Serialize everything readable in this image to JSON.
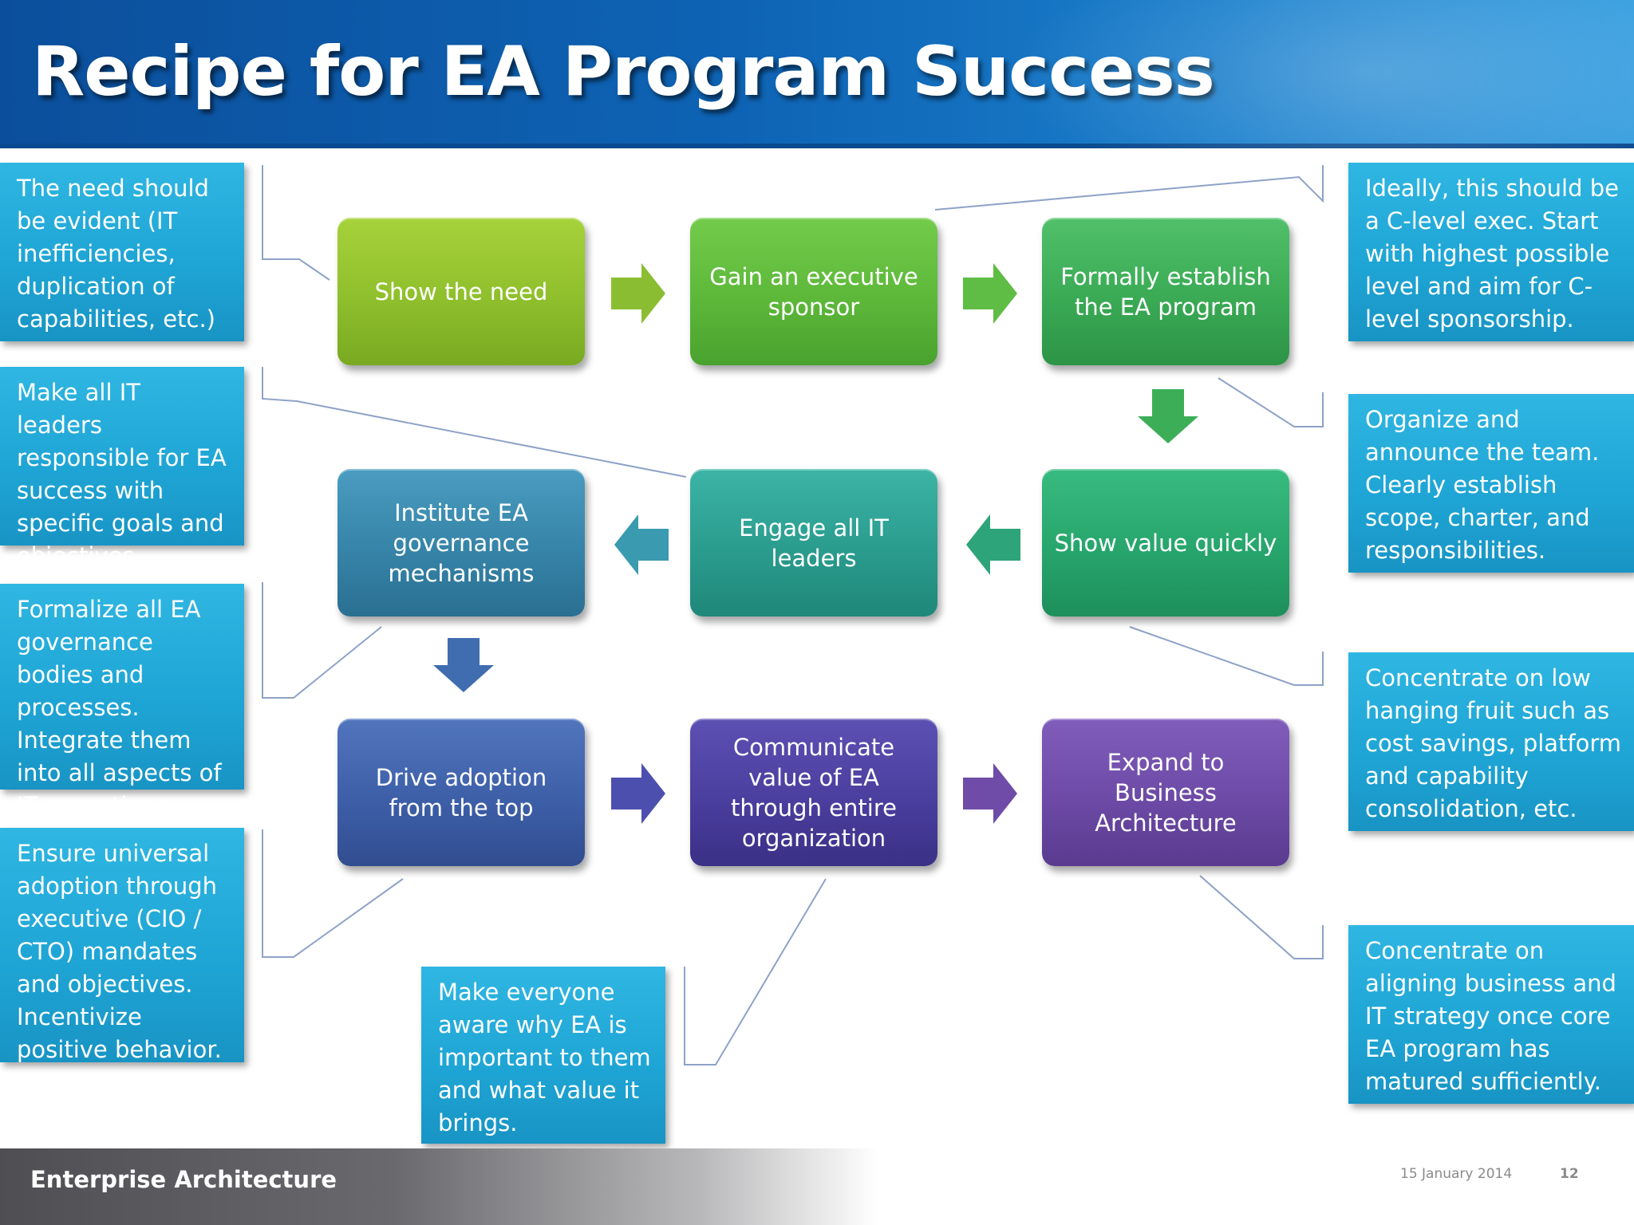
{
  "title": "Recipe for EA Program Success",
  "steps": [
    {
      "label": "Show the need",
      "color": "#8fbf2c"
    },
    {
      "label": "Gain an executive sponsor",
      "color": "#5db83a"
    },
    {
      "label": "Formally establish the EA program",
      "color": "#3aaa55"
    },
    {
      "label": "Show value quickly",
      "color": "#27a56c"
    },
    {
      "label": "Engage all IT leaders",
      "color": "#2a9c8e"
    },
    {
      "label": "Institute EA governance mechanisms",
      "color": "#3684a8"
    },
    {
      "label": "Drive adoption from the top",
      "color": "#3d5fa8"
    },
    {
      "label": "Communicate value of EA through entire organization",
      "color": "#4a3e9e"
    },
    {
      "label": "Expand to Business Architecture",
      "color": "#6c4aa6"
    }
  ],
  "notes": [
    {
      "text": "The need should be evident (IT inefficiencies, duplication of capabilities, etc.)"
    },
    {
      "text": "Make all IT leaders responsible for EA success with specific goals and objectives."
    },
    {
      "text": "Formalize all EA governance bodies and processes. Integrate them into all aspects of IT operations."
    },
    {
      "text": "Ensure universal adoption through executive (CIO / CTO) mandates and objectives. Incentivize positive behavior."
    },
    {
      "text": "Make everyone aware why EA is important to them and what value it brings."
    },
    {
      "text": "Ideally, this should be a C-level exec. Start with highest possible level and aim for C-level sponsorship."
    },
    {
      "text": "Organize and announce the team. Clearly establish scope, charter, and responsibilities."
    },
    {
      "text": "Concentrate on low hanging fruit such as cost savings, platform and capability consolidation, etc."
    },
    {
      "text": "Concentrate on aligning business and IT strategy once  core EA program has matured sufficiently."
    }
  ],
  "footer": {
    "label": "Enterprise Architecture",
    "date": "15 January 2014",
    "page": "12"
  },
  "colors": {
    "note_bg": "#1ea4d4",
    "connector": "#8ea2c8",
    "header": "#0e63b4"
  }
}
